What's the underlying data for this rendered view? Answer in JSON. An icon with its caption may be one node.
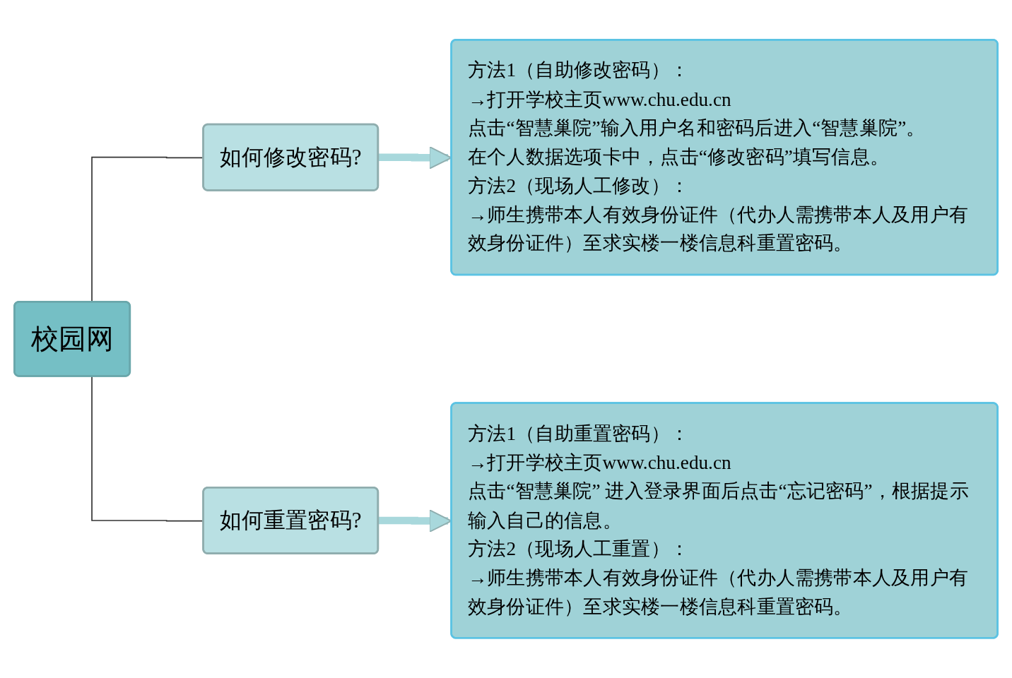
{
  "diagram": {
    "nodes": [
      {
        "text": [
          "校园网"
        ]
      },
      {
        "text": [
          "如何修改密码?"
        ]
      },
      {
        "text": [
          "方法1（自助修改密码）：",
          "→打开学校主页www.chu.edu.cn",
          "点击“智慧巢院”输入用户名和密码后进入“智慧巢院”。",
          "在个人数据选项卡中，点击“修改密码”填写信息。",
          "方法2（现场人工修改）：",
          "→师生携带本人有效身份证件（代办人需携带本人及用户有效身份证件）至求实楼一楼信息科重置密码。"
        ]
      },
      {
        "text": [
          "如何重置密码?"
        ]
      },
      {
        "text": [
          "方法1（自助重置密码）：",
          "→打开学校主页www.chu.edu.cn",
          "点击“智慧巢院” 进入登录界面后点击“忘记密码”，根据提示输入自己的信息。",
          "方法2（现场人工重置）：",
          "→师生携带本人有效身份证件（代办人需携带本人及用户有效身份证件）至求实楼一楼信息科重置密码。"
        ]
      }
    ],
    "edges": [
      {
        "from": 0,
        "to": 1,
        "arrow": "none"
      },
      {
        "from": 0,
        "to": 3,
        "arrow": "none"
      },
      {
        "from": 1,
        "to": 2,
        "arrow": "to",
        "style": "thick",
        "color": "#a8d8dc"
      },
      {
        "from": 3,
        "to": 4,
        "arrow": "to",
        "style": "thick",
        "color": "#a8d8dc"
      }
    ]
  }
}
